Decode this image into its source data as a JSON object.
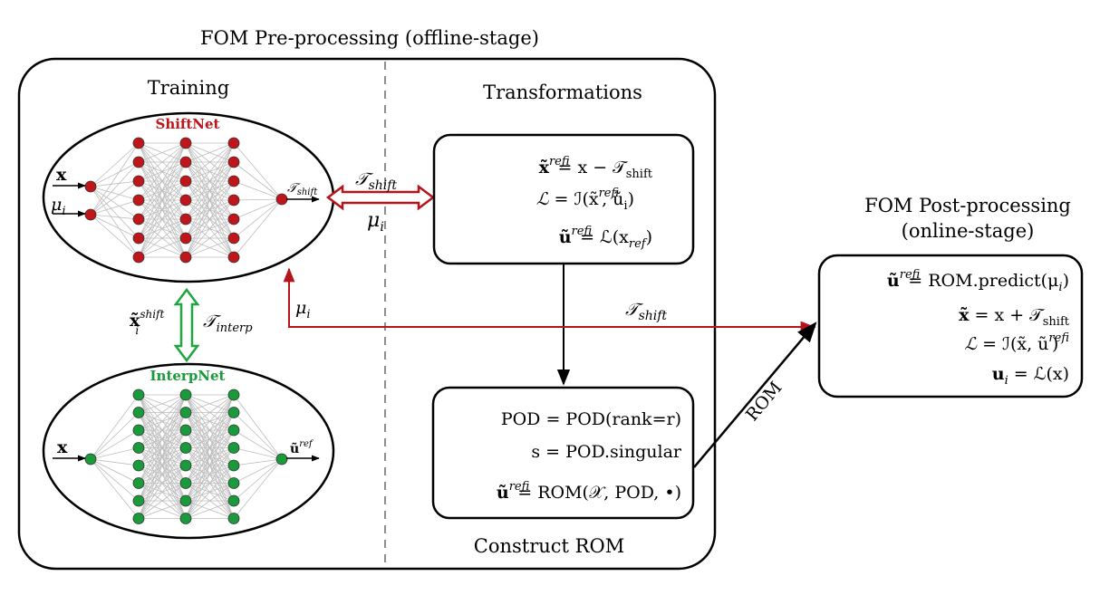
{
  "titles": {
    "pre": "FOM Pre-processing (offline-stage)",
    "post_line1": "FOM Post-processing",
    "post_line2": "(online-stage)",
    "training": "Training",
    "transformations": "Transformations",
    "construct_rom": "Construct ROM"
  },
  "networks": {
    "shift": {
      "name": "ShiftNet",
      "color": "#c0161a",
      "input_x": "x",
      "input_mu": "μ",
      "input_mu_sub": "i",
      "output": "𝒯",
      "output_sub": "shift",
      "hidden_layers": 3,
      "hidden_width": 7,
      "inputs": 2
    },
    "interp": {
      "name": "InterpNet",
      "color": "#1a9a3a",
      "input_x": "x",
      "output": "ũ",
      "output_sup": "ref",
      "hidden_layers": 3,
      "hidden_width": 8,
      "inputs": 1
    }
  },
  "arrows": {
    "shift_top": "𝒯",
    "shift_top_sub": "shift",
    "shift_bottom": "μ",
    "shift_bottom_sub": "i",
    "interp_left": "x̃",
    "interp_left_sub": "i",
    "interp_left_sup": "shift",
    "interp_right": "𝒯",
    "interp_right_sub": "interp",
    "mu_label": "μ",
    "mu_label_sub": "i",
    "shift_long": "𝒯",
    "shift_long_sub": "shift",
    "rom": "ROM"
  },
  "transform_box": [
    {
      "lhs": "x̃",
      "lhs_sub": "i",
      "lhs_sup": "ref",
      "rhs": "= x − 𝒯",
      "rhs_sub": "shift"
    },
    {
      "lhs": "ℒ",
      "rhs": "= ℐ(x̃",
      "rhs_sup": "ref",
      "rhs_sub": "i",
      "rhs_tail": ", ũ",
      "tail_sub": "i",
      "end": ")"
    },
    {
      "lhs": "ũ",
      "lhs_sub": "i",
      "lhs_sup": "ref",
      "rhs": "= ℒ(x",
      "rhs_sub": "ref",
      "end": ")"
    }
  ],
  "rom_box": [
    {
      "text": "POD = POD(rank=r)"
    },
    {
      "text": "s = POD.singular"
    },
    {
      "lhs": "ũ",
      "lhs_sub": "i",
      "lhs_sup": "ref",
      "rhs": "= ROM(𝒳, POD, •)"
    }
  ],
  "post_box": [
    {
      "lhs": "ũ",
      "lhs_sub": "i",
      "lhs_sup": "ref",
      "rhs": "= ROM.predict(μ",
      "rhs_sub": "i",
      "end": ")"
    },
    {
      "lhs": "x̃",
      "rhs": "= x + 𝒯",
      "rhs_sub": "shift"
    },
    {
      "lhs": "ℒ",
      "rhs": "= ℐ(x̃, ũ",
      "rhs_sub": "i",
      "rhs_sup": "ref",
      "end": ")"
    },
    {
      "lhs": "u",
      "lhs_sub": "i",
      "rhs": "= ℒ(x)"
    }
  ],
  "colors": {
    "shift_arrow": "#b5141a",
    "interp_arrow": "#1fa63f",
    "edge": "#bdbdbd"
  }
}
